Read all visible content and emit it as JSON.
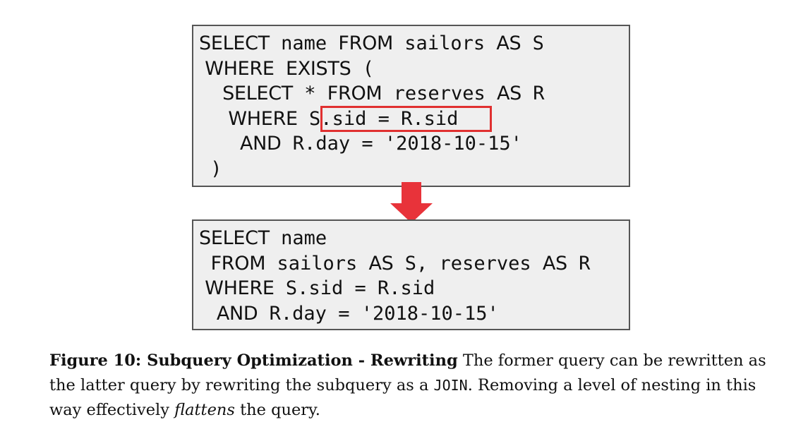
{
  "original_query": {
    "lines": [
      [
        {
          "t": "SELECT",
          "k": true
        },
        {
          "t": " name ",
          "k": false
        },
        {
          "t": "FROM",
          "k": true
        },
        {
          "t": " sailors ",
          "k": false
        },
        {
          "t": "AS",
          "k": true
        },
        {
          "t": " S",
          "k": false
        }
      ],
      [
        {
          "t": " WHERE",
          "k": true
        },
        {
          "t": " ",
          "k": false
        },
        {
          "t": "EXISTS",
          "k": true
        },
        {
          "t": " (",
          "k": false
        }
      ],
      [
        {
          "t": "    SELECT",
          "k": true
        },
        {
          "t": " * ",
          "k": false
        },
        {
          "t": "FROM",
          "k": true
        },
        {
          "t": " reserves ",
          "k": false
        },
        {
          "t": "AS",
          "k": true
        },
        {
          "t": " R",
          "k": false
        }
      ],
      [
        {
          "t": "     WHERE",
          "k": true
        },
        {
          "t": " S.sid = R.sid",
          "k": false
        }
      ],
      [
        {
          "t": "       AND",
          "k": true
        },
        {
          "t": " R.day = '2018-10-15'",
          "k": false
        }
      ],
      [
        {
          "t": " )",
          "k": false
        }
      ]
    ],
    "highlight_text": "S.sid = R.sid"
  },
  "rewritten_query": {
    "lines": [
      [
        {
          "t": "SELECT",
          "k": true
        },
        {
          "t": " name",
          "k": false
        }
      ],
      [
        {
          "t": "  FROM",
          "k": true
        },
        {
          "t": " sailors ",
          "k": false
        },
        {
          "t": "AS",
          "k": true
        },
        {
          "t": " S, reserves ",
          "k": false
        },
        {
          "t": "AS",
          "k": true
        },
        {
          "t": " R",
          "k": false
        }
      ],
      [
        {
          "t": " WHERE",
          "k": true
        },
        {
          "t": " S.sid = R.sid",
          "k": false
        }
      ],
      [
        {
          "t": "   AND",
          "k": true
        },
        {
          "t": " R.day = '2018-10-15'",
          "k": false
        }
      ]
    ]
  },
  "colors": {
    "box_bg": "#efefef",
    "box_border": "#555555",
    "highlight": "#e03030",
    "arrow": "#e8333a"
  },
  "caption": {
    "title": "Figure 10: Subquery Optimization - Rewriting",
    "text_1": " The former query can be rewritten as the latter query by rewriting the subquery as a ",
    "code": "JOIN",
    "text_2": ". Removing a level of nesting in this way effectively ",
    "emphasis": "flattens",
    "text_3": " the query."
  }
}
